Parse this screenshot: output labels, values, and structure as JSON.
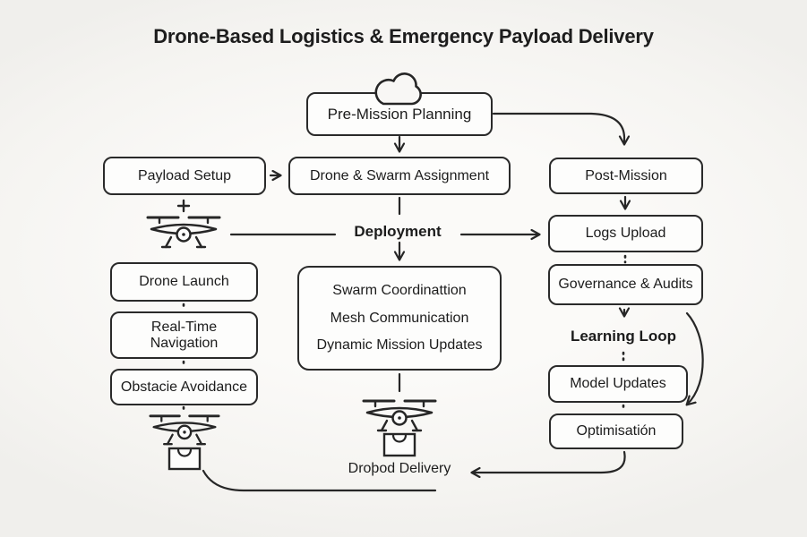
{
  "title": "Drone-Based Logistics & Emergency Payload Delivery",
  "colors": {
    "background": "#f5f4f1",
    "box_fill": "#fdfdfc",
    "line": "#262626",
    "text": "#1c1c1c"
  },
  "icons": {
    "cloud": "cloud-icon",
    "drone": "drone-icon",
    "delivery_drone": "delivery-drone-icon",
    "plus": "plus-icon",
    "arrows": "arrow-connectors"
  },
  "nodes": {
    "pre_mission": "Pre-Mission Planning",
    "payload_setup": "Payload Setup",
    "drone_swarm": "Drone & Swarm Assignment",
    "post_mission": "Post-Mission",
    "deployment": "Deployment",
    "logs_upload": "Logs Upload",
    "governance": "Governance & Audits",
    "learning_loop": "Learning Loop",
    "model_updates": "Model Updates",
    "optimisation": "Optimisatión",
    "drone_launch": "Drone Launch",
    "realtime_nav": "Real-Time Navigation",
    "obstacle_avoidance": "Obstacie Avoidance",
    "swarm_lines": [
      "Swarm Coordinattion",
      "Mesh Communication",
      "Dynamic Mission Updates"
    ],
    "dropod_delivery": "Droþod Delivery"
  }
}
